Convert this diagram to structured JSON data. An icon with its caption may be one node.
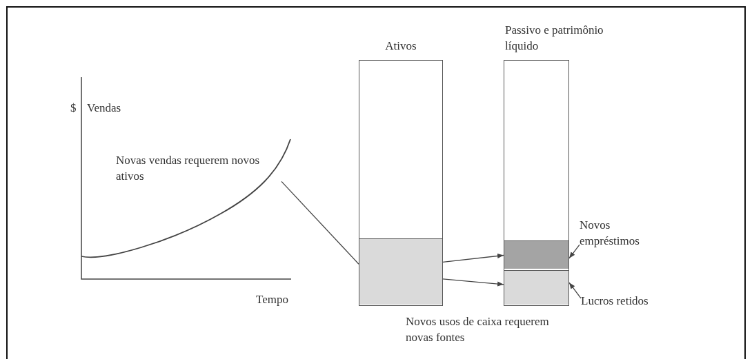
{
  "diagram": {
    "nodes": [
      {
        "text": [
          "Ativos"
        ]
      },
      {
        "text": [],
        "shape": "box",
        "in": 0
      },
      {
        "text": [
          "Passivo e patrimônio líquido"
        ]
      },
      {
        "text": [],
        "shape": "box",
        "in": 2
      },
      {
        "text": [],
        "shape": "box",
        "in": 2
      },
      {
        "text": [
          "Novos empréstimos"
        ]
      },
      {
        "text": [
          "Lucros retidos"
        ]
      },
      {
        "text": [
          "Novas vendas requerem novos ativos"
        ]
      }
    ],
    "edges": [
      {
        "from": 7,
        "to": 1,
        "arrow": "none"
      },
      {
        "from": 1,
        "to": 3,
        "arrow": "to"
      },
      {
        "from": 1,
        "to": 4,
        "arrow": "to"
      },
      {
        "from": 5,
        "to": 3,
        "arrow": "to"
      },
      {
        "from": 6,
        "to": 4,
        "arrow": "to"
      }
    ],
    "labels": [
      "$",
      "Vendas",
      "Tempo",
      "Novos usos de caixa requerem novas fontes"
    ]
  }
}
